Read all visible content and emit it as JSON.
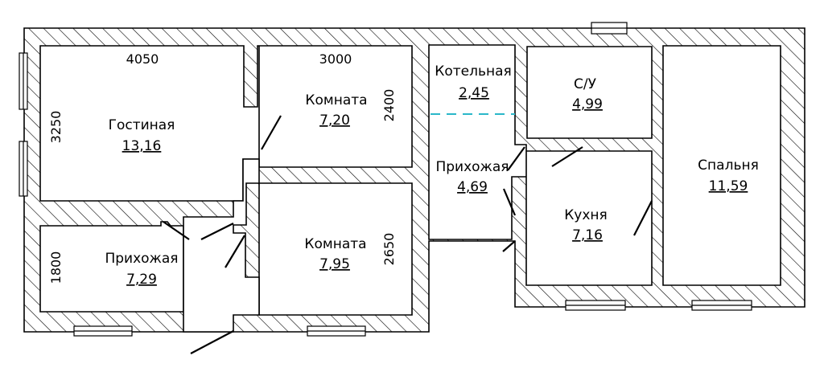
{
  "rooms": {
    "gostinaya": {
      "name": "Гостиная",
      "area": "13,16"
    },
    "komnata_top": {
      "name": "Комната",
      "area": "7,20"
    },
    "kotelnaya": {
      "name": "Котельная",
      "area": "2,45"
    },
    "su": {
      "name": "С/У",
      "area": "4,99"
    },
    "spalnya": {
      "name": "Спальня",
      "area": "11,59"
    },
    "prikhozhaya_c": {
      "name": "Прихожая",
      "area": "4,69"
    },
    "kukhnya": {
      "name": "Кухня",
      "area": "7,16"
    },
    "prikhozhaya_l": {
      "name": "Прихожая",
      "area": "7,29"
    },
    "komnata_bot": {
      "name": "Комната",
      "area": "7,95"
    }
  },
  "dimensions": {
    "gostinaya_width": "4050",
    "gostinaya_height": "3250",
    "komnata_top_width": "3000",
    "komnata_top_height": "2400",
    "komnata_bot_height": "2650",
    "prikhozhaya_height": "1800"
  },
  "colors": {
    "wall_line": "#000000",
    "hatch": "#000000",
    "partition_dash": "#2ab7c9"
  }
}
